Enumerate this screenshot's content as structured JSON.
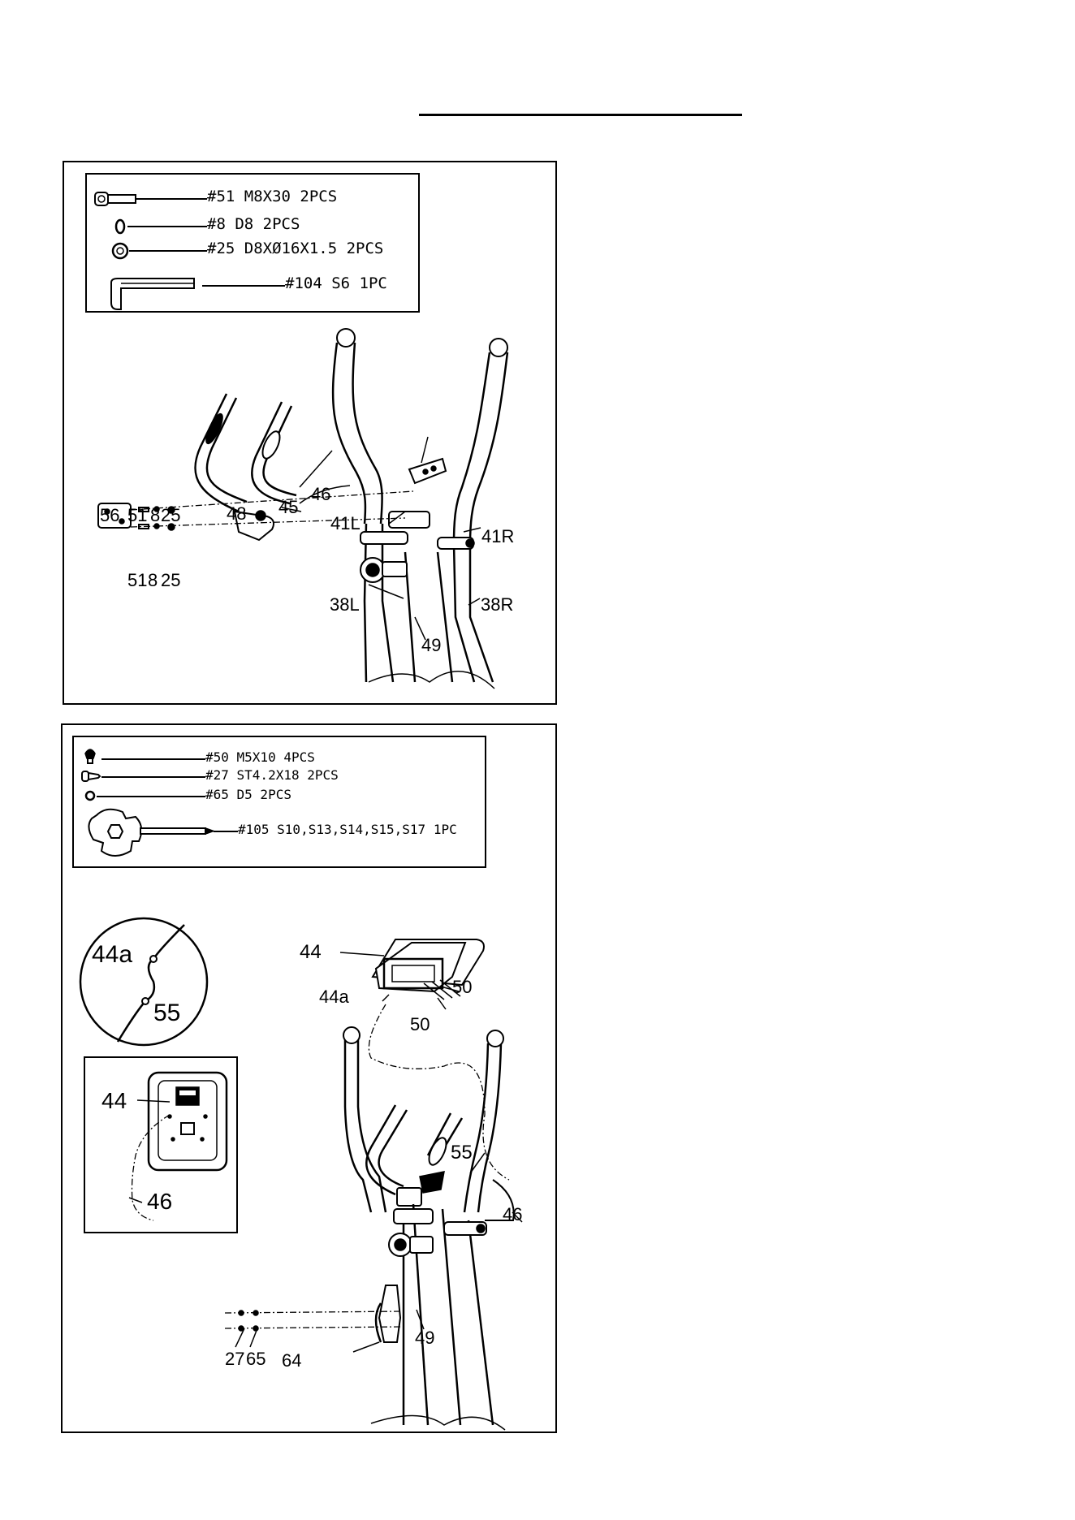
{
  "step1": {
    "hardware": [
      {
        "label": "#51  M8X30  2PCS",
        "icon": "bolt-icon"
      },
      {
        "label": "#8   D8  2PCS",
        "icon": "spring-washer-icon"
      },
      {
        "label": "#25  D8XØ16X1.5  2PCS",
        "icon": "flat-washer-icon"
      },
      {
        "label": "#104  S6  1PC",
        "icon": "allen-key-icon"
      }
    ],
    "callouts": {
      "p56": "56",
      "p51a": "51",
      "p8a": "8",
      "p25a": "25",
      "p51b": "51",
      "p8b": "8",
      "p25b": "25",
      "p48": "48",
      "p45": "45",
      "p46": "46",
      "p41L": "41L",
      "p41R": "41R",
      "p38L": "38L",
      "p38R": "38R",
      "p49": "49"
    }
  },
  "step2": {
    "hardware": [
      {
        "label": "#50  M5X10  4PCS",
        "icon": "screw-icon"
      },
      {
        "label": "#27  ST4.2X18  2PCS",
        "icon": "self-tapping-screw-icon"
      },
      {
        "label": "#65   D5  2PCS",
        "icon": "washer-icon"
      },
      {
        "label": "#105  S10,S13,S14,S15,S17  1PC",
        "icon": "multi-wrench-icon"
      }
    ],
    "detail_callouts": {
      "c44a": "44a",
      "c55": "55"
    },
    "inset_callouts": {
      "i44": "44",
      "i46": "46"
    },
    "callouts": {
      "p44": "44",
      "p44a": "44a",
      "p50a": "50",
      "p50b": "50",
      "p55": "55",
      "p46": "46",
      "p49": "49",
      "p27": "27",
      "p65": "65",
      "p64": "64"
    }
  }
}
